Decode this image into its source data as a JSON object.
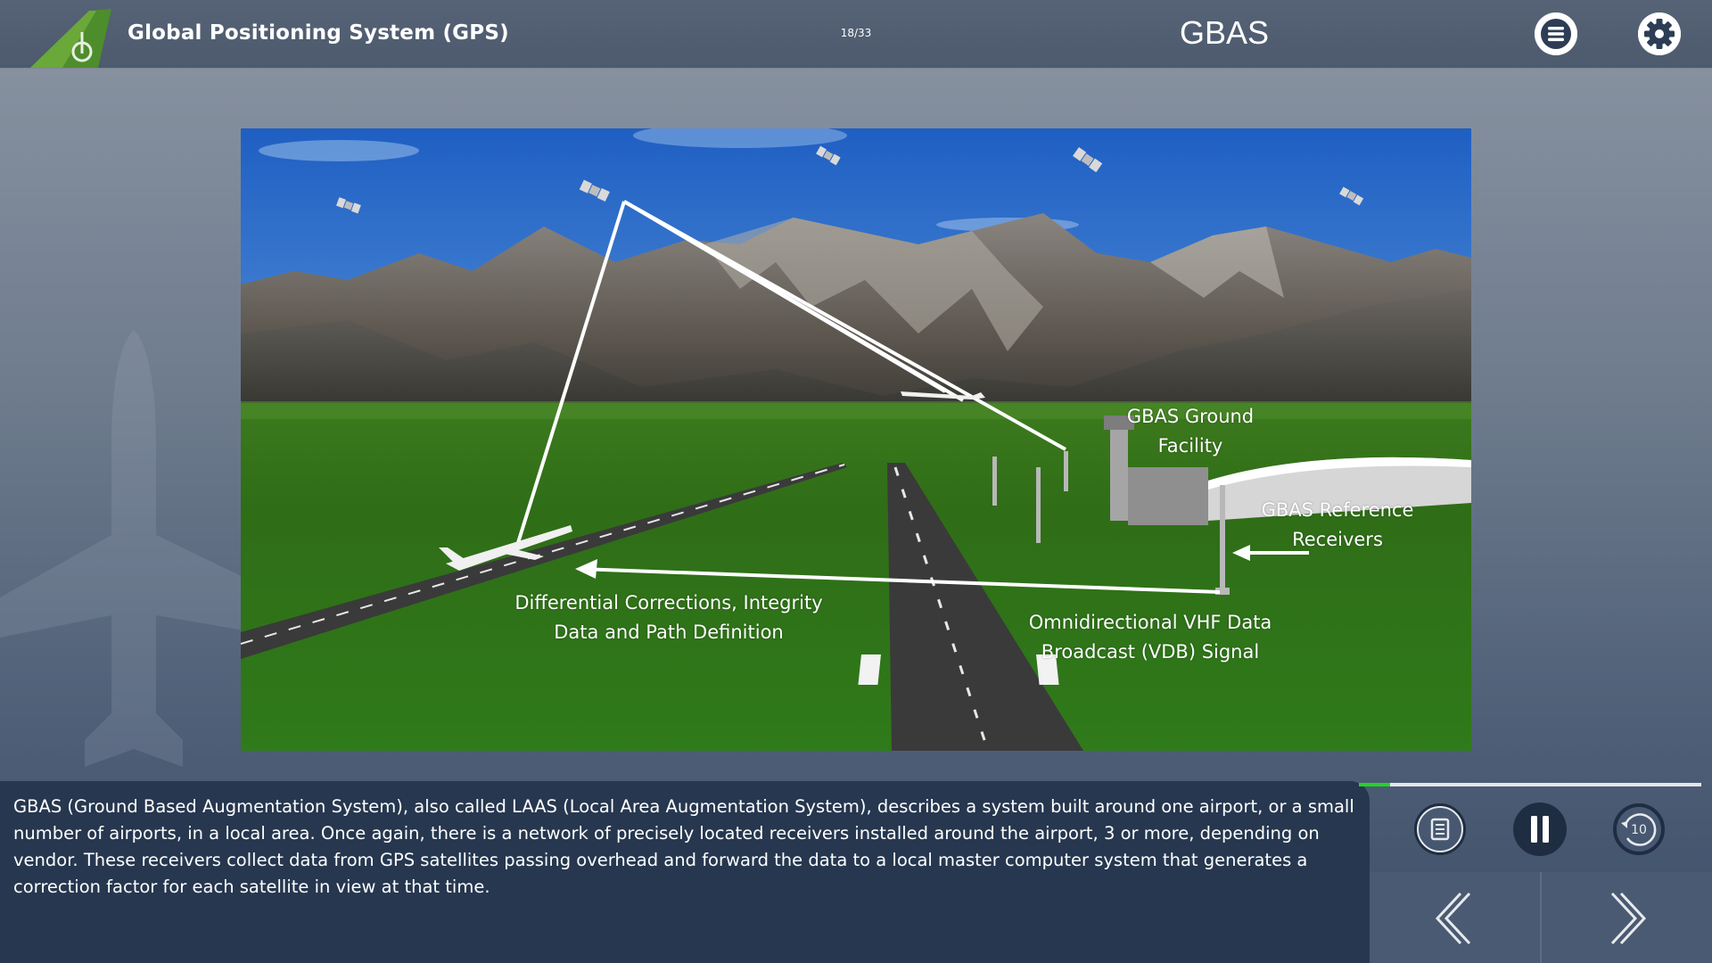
{
  "header": {
    "course_title": "Global Positioning System (GPS)",
    "page_counter": "18/33",
    "section_title": "GBAS"
  },
  "illustration": {
    "labels": {
      "ground_facility": "GBAS Ground\nFacility",
      "reference_receivers": "GBAS Reference\nReceivers",
      "vdb_signal": "Omnidirectional VHF Data\nBroadcast (VDB) Signal",
      "corrections": "Differential Corrections, Integrity\nData and Path Definition"
    }
  },
  "caption": {
    "text": "GBAS (Ground Based Augmentation System), also called LAAS (Local Area Augmentation System), describes a system built around one airport, or a small number of airports, in a local area. Once again, there is a network of precisely located receivers installed around the airport, 3 or more, depending on vendor. These receivers collect data from GPS satellites passing overhead and forward the data to a local master computer system that generates a correction factor for each satellite in view at that time."
  },
  "player": {
    "progress_fraction": 0.09,
    "progress_color": "#22d424",
    "replay_seconds": "10"
  },
  "icons": {
    "logo": "aircraft-tail-logo-icon",
    "menu": "hamburger-menu-icon",
    "settings": "gear-icon",
    "transcript": "transcript-refresh-icon",
    "pause": "pause-icon",
    "replay": "replay-10-icon",
    "previous": "double-chevron-left-icon",
    "next": "chevron-right-icon"
  },
  "colors": {
    "caption_bg": "#26374f",
    "header_bg": "#4d5a6d",
    "logo_green": "#4a8a2a"
  }
}
